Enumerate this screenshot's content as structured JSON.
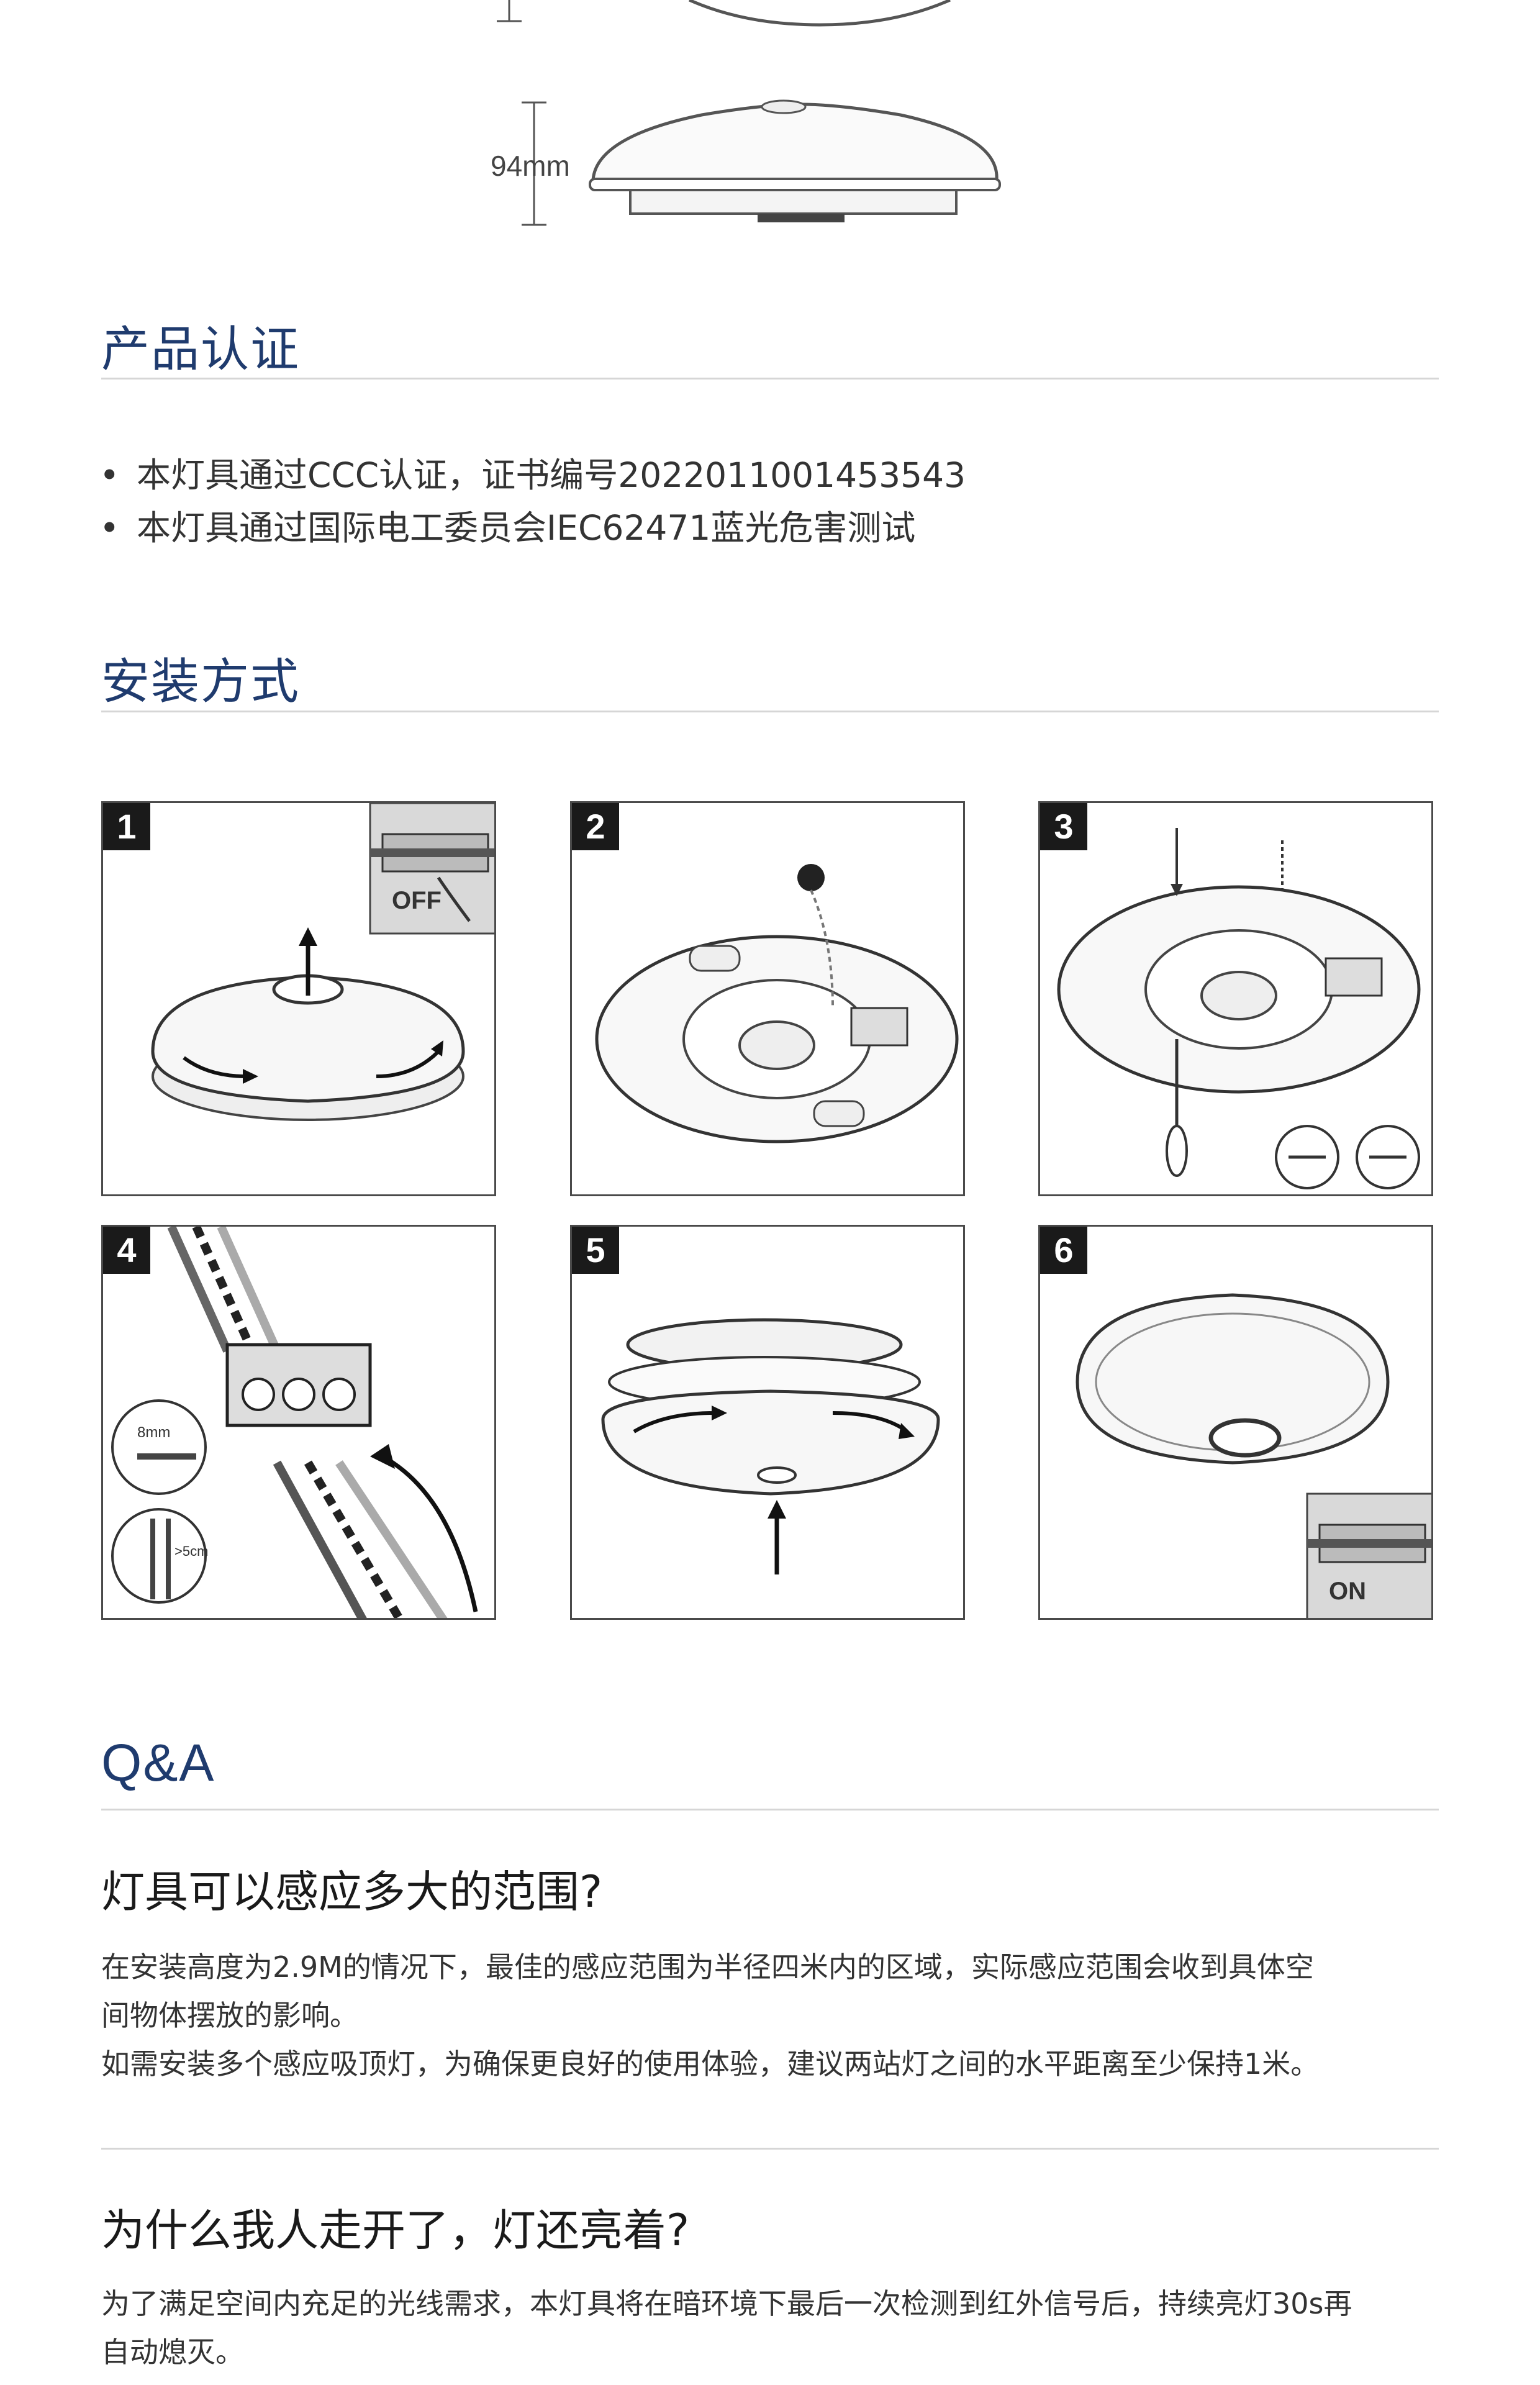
{
  "dimension": {
    "height_label": "94mm"
  },
  "cert": {
    "title": "产品认证",
    "bullet": "•",
    "items": [
      "本灯具通过CCC认证，证书编号2022011001453543",
      "本灯具通过国际电工委员会IEC62471蓝光危害测试"
    ]
  },
  "install": {
    "title": "安装方式",
    "steps": [
      {
        "num": "1",
        "label": "OFF"
      },
      {
        "num": "2"
      },
      {
        "num": "3"
      },
      {
        "num": "4",
        "strip_label": "8mm",
        "gap_label": ">5cm"
      },
      {
        "num": "5"
      },
      {
        "num": "6",
        "label": "ON"
      }
    ]
  },
  "qa": {
    "title": "Q&A",
    "items": [
      {
        "question": "灯具可以感应多大的范围?",
        "answer_lines": [
          "在安装高度为2.9M的情况下，最佳的感应范围为半径四米内的区域，实际感应范围会收到具体空",
          "间物体摆放的影响。",
          "如需安装多个感应吸顶灯，为确保更良好的使用体验，建议两站灯之间的水平距离至少保持1米。"
        ]
      },
      {
        "question": "为什么我人走开了，灯还亮着?",
        "answer_lines": [
          "为了满足空间内充足的光线需求，本灯具将在暗环境下最后一次检测到红外信号后，持续亮灯30s再",
          "自动熄灭。"
        ]
      }
    ]
  },
  "colors": {
    "heading": "#1f3b6e",
    "rule": "#d6d6d6",
    "text": "#333333"
  }
}
